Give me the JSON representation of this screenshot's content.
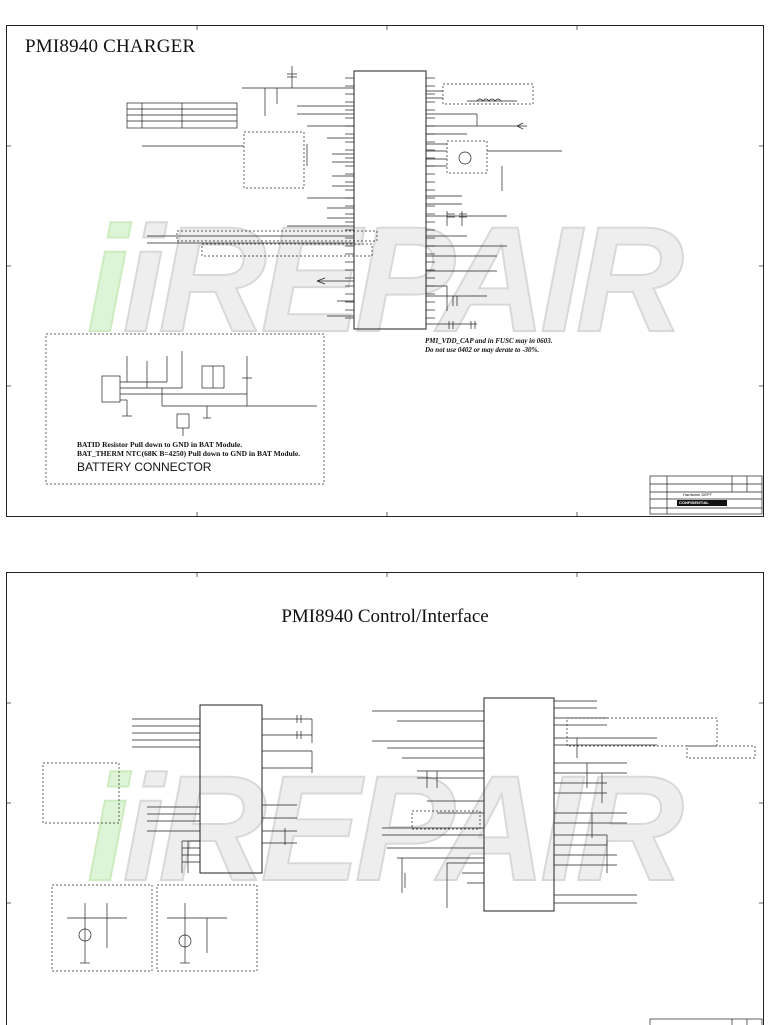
{
  "sheets": [
    {
      "title": "PMI8940 CHARGER",
      "watermark": "iREPAIR",
      "notes": {
        "cap_note_line1": "PMI_VDD_CAP and in FUSC may in 0603.",
        "cap_note_line2": "Do not use 0402 or may derate to -30%.",
        "battery_note_line1": "BATID Resistor Pull down to GND in BAT Module.",
        "battery_note_line2": "BAT_THERM NTC(68K B=4250) Pull down to GND in BAT Module.",
        "battery_label": "BATTERY CONNECTOR"
      },
      "title_block": {
        "rows": [
          "",
          "",
          "Hardware DEPT",
          ""
        ],
        "logo_text": "CONFIDENTIAL"
      }
    },
    {
      "title": "PMI8940 Control/Interface",
      "watermark": "iREPAIR"
    }
  ],
  "colors": {
    "line": "#222222",
    "watermark_i": "#d9f3cf",
    "watermark_text": "#ececec"
  }
}
